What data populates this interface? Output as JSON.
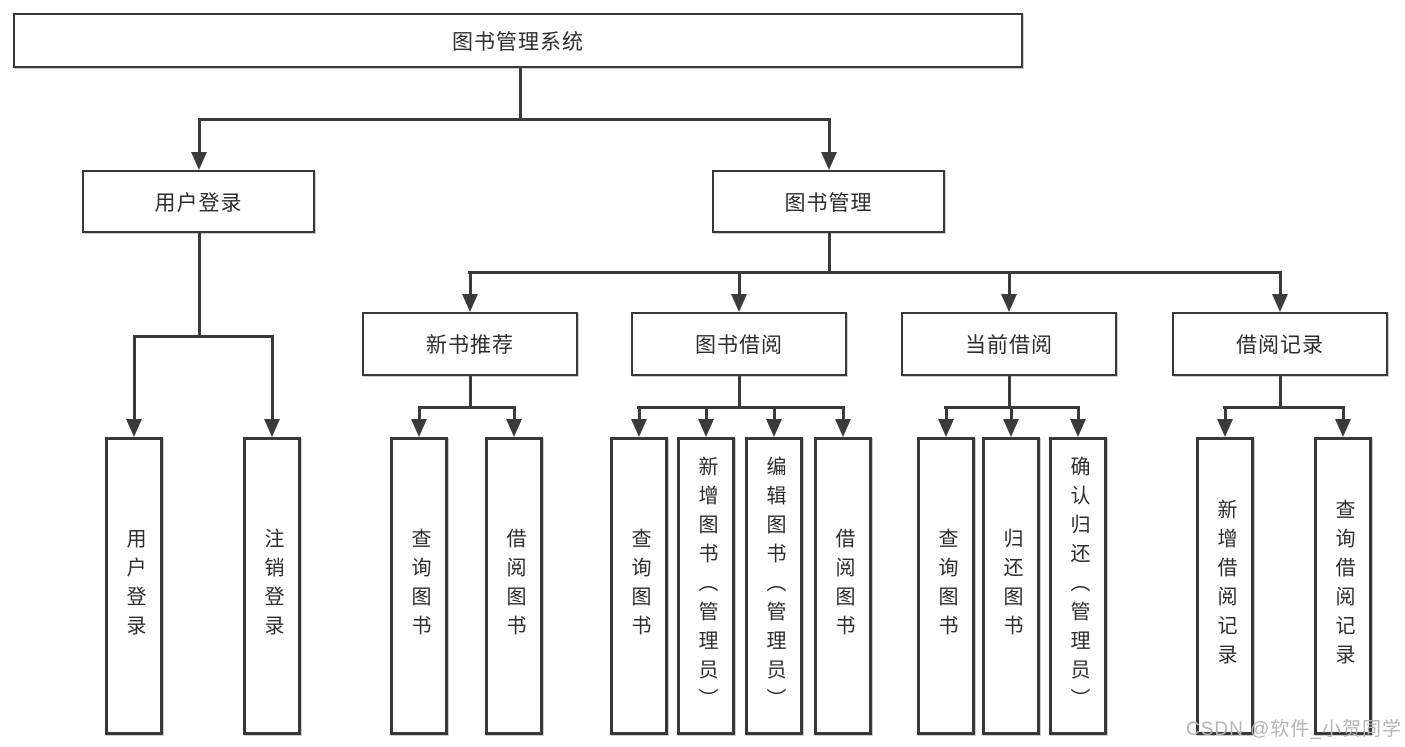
{
  "tree": {
    "root": "图书管理系统",
    "user_login": {
      "label": "用户登录",
      "children": [
        "用户登录",
        "注销登录"
      ]
    },
    "book_mgmt": {
      "label": "图书管理",
      "sections": [
        {
          "label": "新书推荐",
          "children": [
            "查询图书",
            "借阅图书"
          ]
        },
        {
          "label": "图书借阅",
          "children": [
            "查询图书",
            "新增图书（管理员）",
            "编辑图书（管理员）",
            "借阅图书"
          ]
        },
        {
          "label": "当前借阅",
          "children": [
            "查询图书",
            "归还图书",
            "确认归还（管理员）"
          ]
        },
        {
          "label": "借阅记录",
          "children": [
            "新增借阅记录",
            "查询借阅记录"
          ]
        }
      ]
    }
  },
  "watermark": "CSDN @软件_小贺同学",
  "colors": {
    "line": "#3a3a3a",
    "box_border": "#383838",
    "text": "#2d2d2d",
    "watermark": "#b5b5b5",
    "background": "#ffffff"
  }
}
